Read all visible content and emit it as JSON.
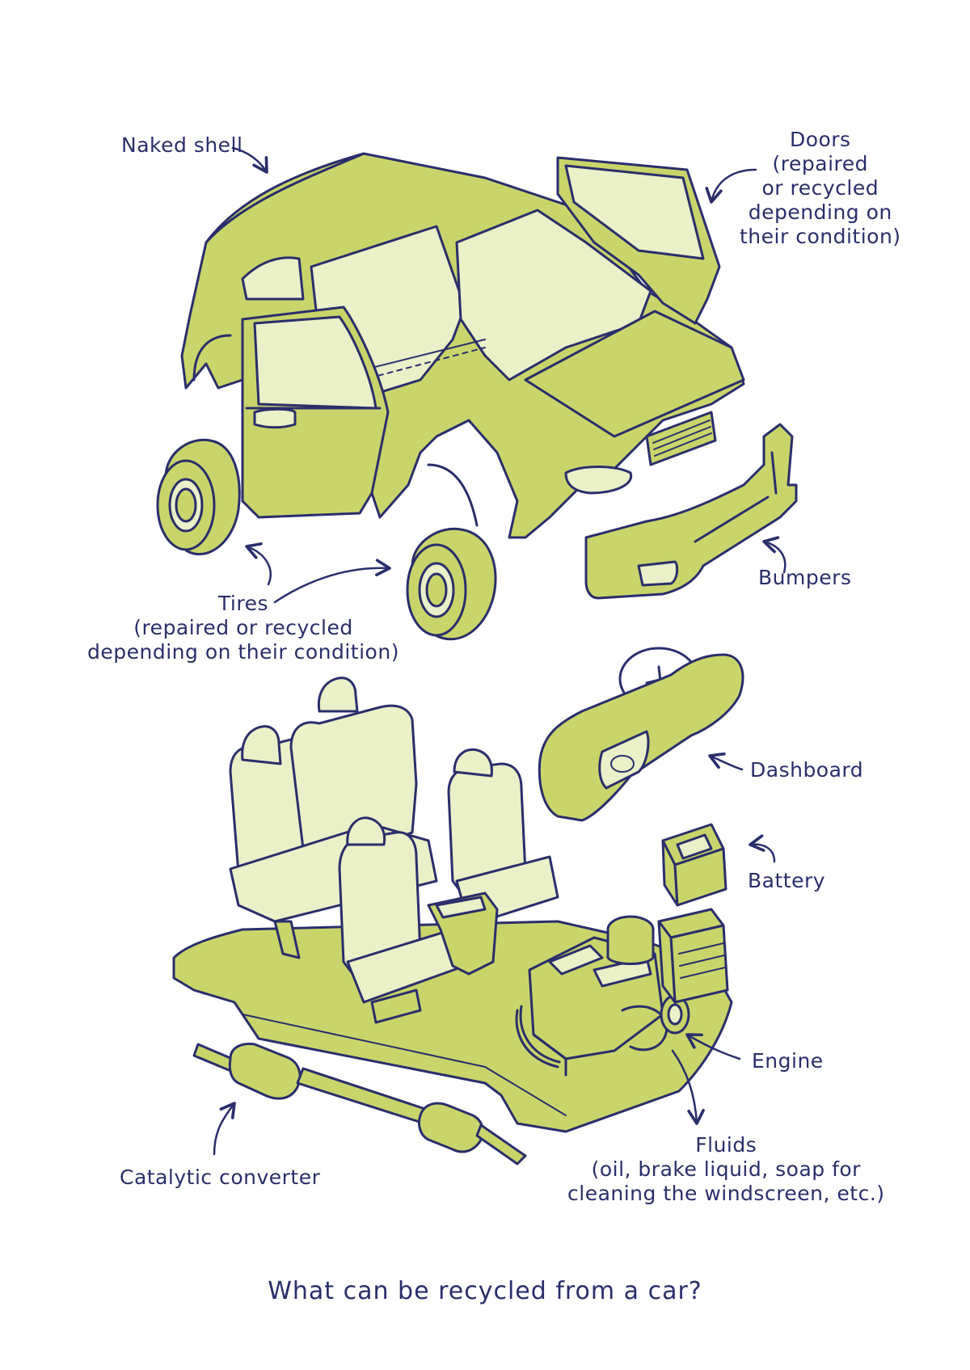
{
  "colors": {
    "ink": "#2a2e6b",
    "part": "#c9d56a",
    "part_light": "#eaf0c7",
    "background": "#ffffff"
  },
  "labels": {
    "naked_shell": [
      "Naked shell"
    ],
    "doors": [
      "Doors",
      "(repaired",
      "or recycled",
      "depending on",
      "their condition)"
    ],
    "tires": [
      "Tires",
      "(repaired or recycled",
      "depending on their condition)"
    ],
    "bumpers": [
      "Bumpers"
    ],
    "dashboard": [
      "Dashboard"
    ],
    "battery": [
      "Battery"
    ],
    "engine": [
      "Engine"
    ],
    "fluids": [
      "Fluids",
      "(oil, brake liquid, soap for",
      "cleaning the windscreen, etc.)"
    ],
    "catalytic_converter": [
      "Catalytic converter"
    ]
  },
  "caption": "What can be recycled from a car?"
}
